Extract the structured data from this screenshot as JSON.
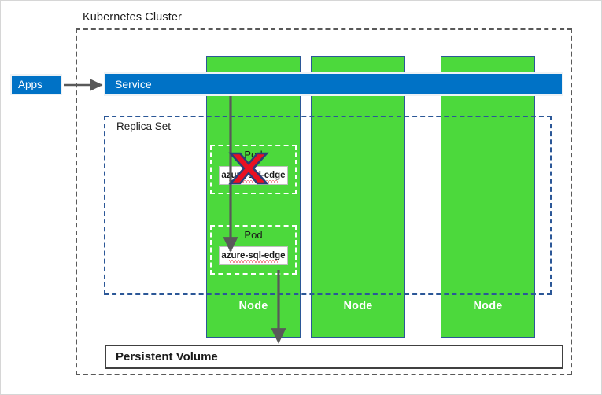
{
  "diagram": {
    "title": "Kubernetes Cluster",
    "colors": {
      "node_green": "#4CD93C",
      "azure_blue": "#0072C6",
      "replicaset_blue": "#2B5797",
      "cluster_gray": "#595959",
      "failure_red": "#E81123",
      "arrow_gray": "#595959",
      "text_dark": "#1A1A1A"
    }
  },
  "apps": {
    "label": "Apps"
  },
  "service": {
    "label": "Service"
  },
  "cluster": {
    "label": "Kubernetes Cluster"
  },
  "replica_set": {
    "label": "Replica Set"
  },
  "nodes": [
    {
      "label": "Node"
    },
    {
      "label": "Node"
    },
    {
      "label": "Node"
    }
  ],
  "pods": [
    {
      "label": "Pod",
      "container": "azure-sql-edge",
      "status": "failed",
      "marker": "red-x"
    },
    {
      "label": "Pod",
      "container": "azure-sql-edge",
      "status": "running",
      "marker": "none"
    }
  ],
  "persistent_volume": {
    "label": "Persistent Volume"
  },
  "connectors": [
    {
      "name": "apps-to-service",
      "direction": "right"
    },
    {
      "name": "service-to-pod",
      "direction": "down"
    },
    {
      "name": "pod-to-persistent-volume",
      "direction": "down"
    }
  ]
}
